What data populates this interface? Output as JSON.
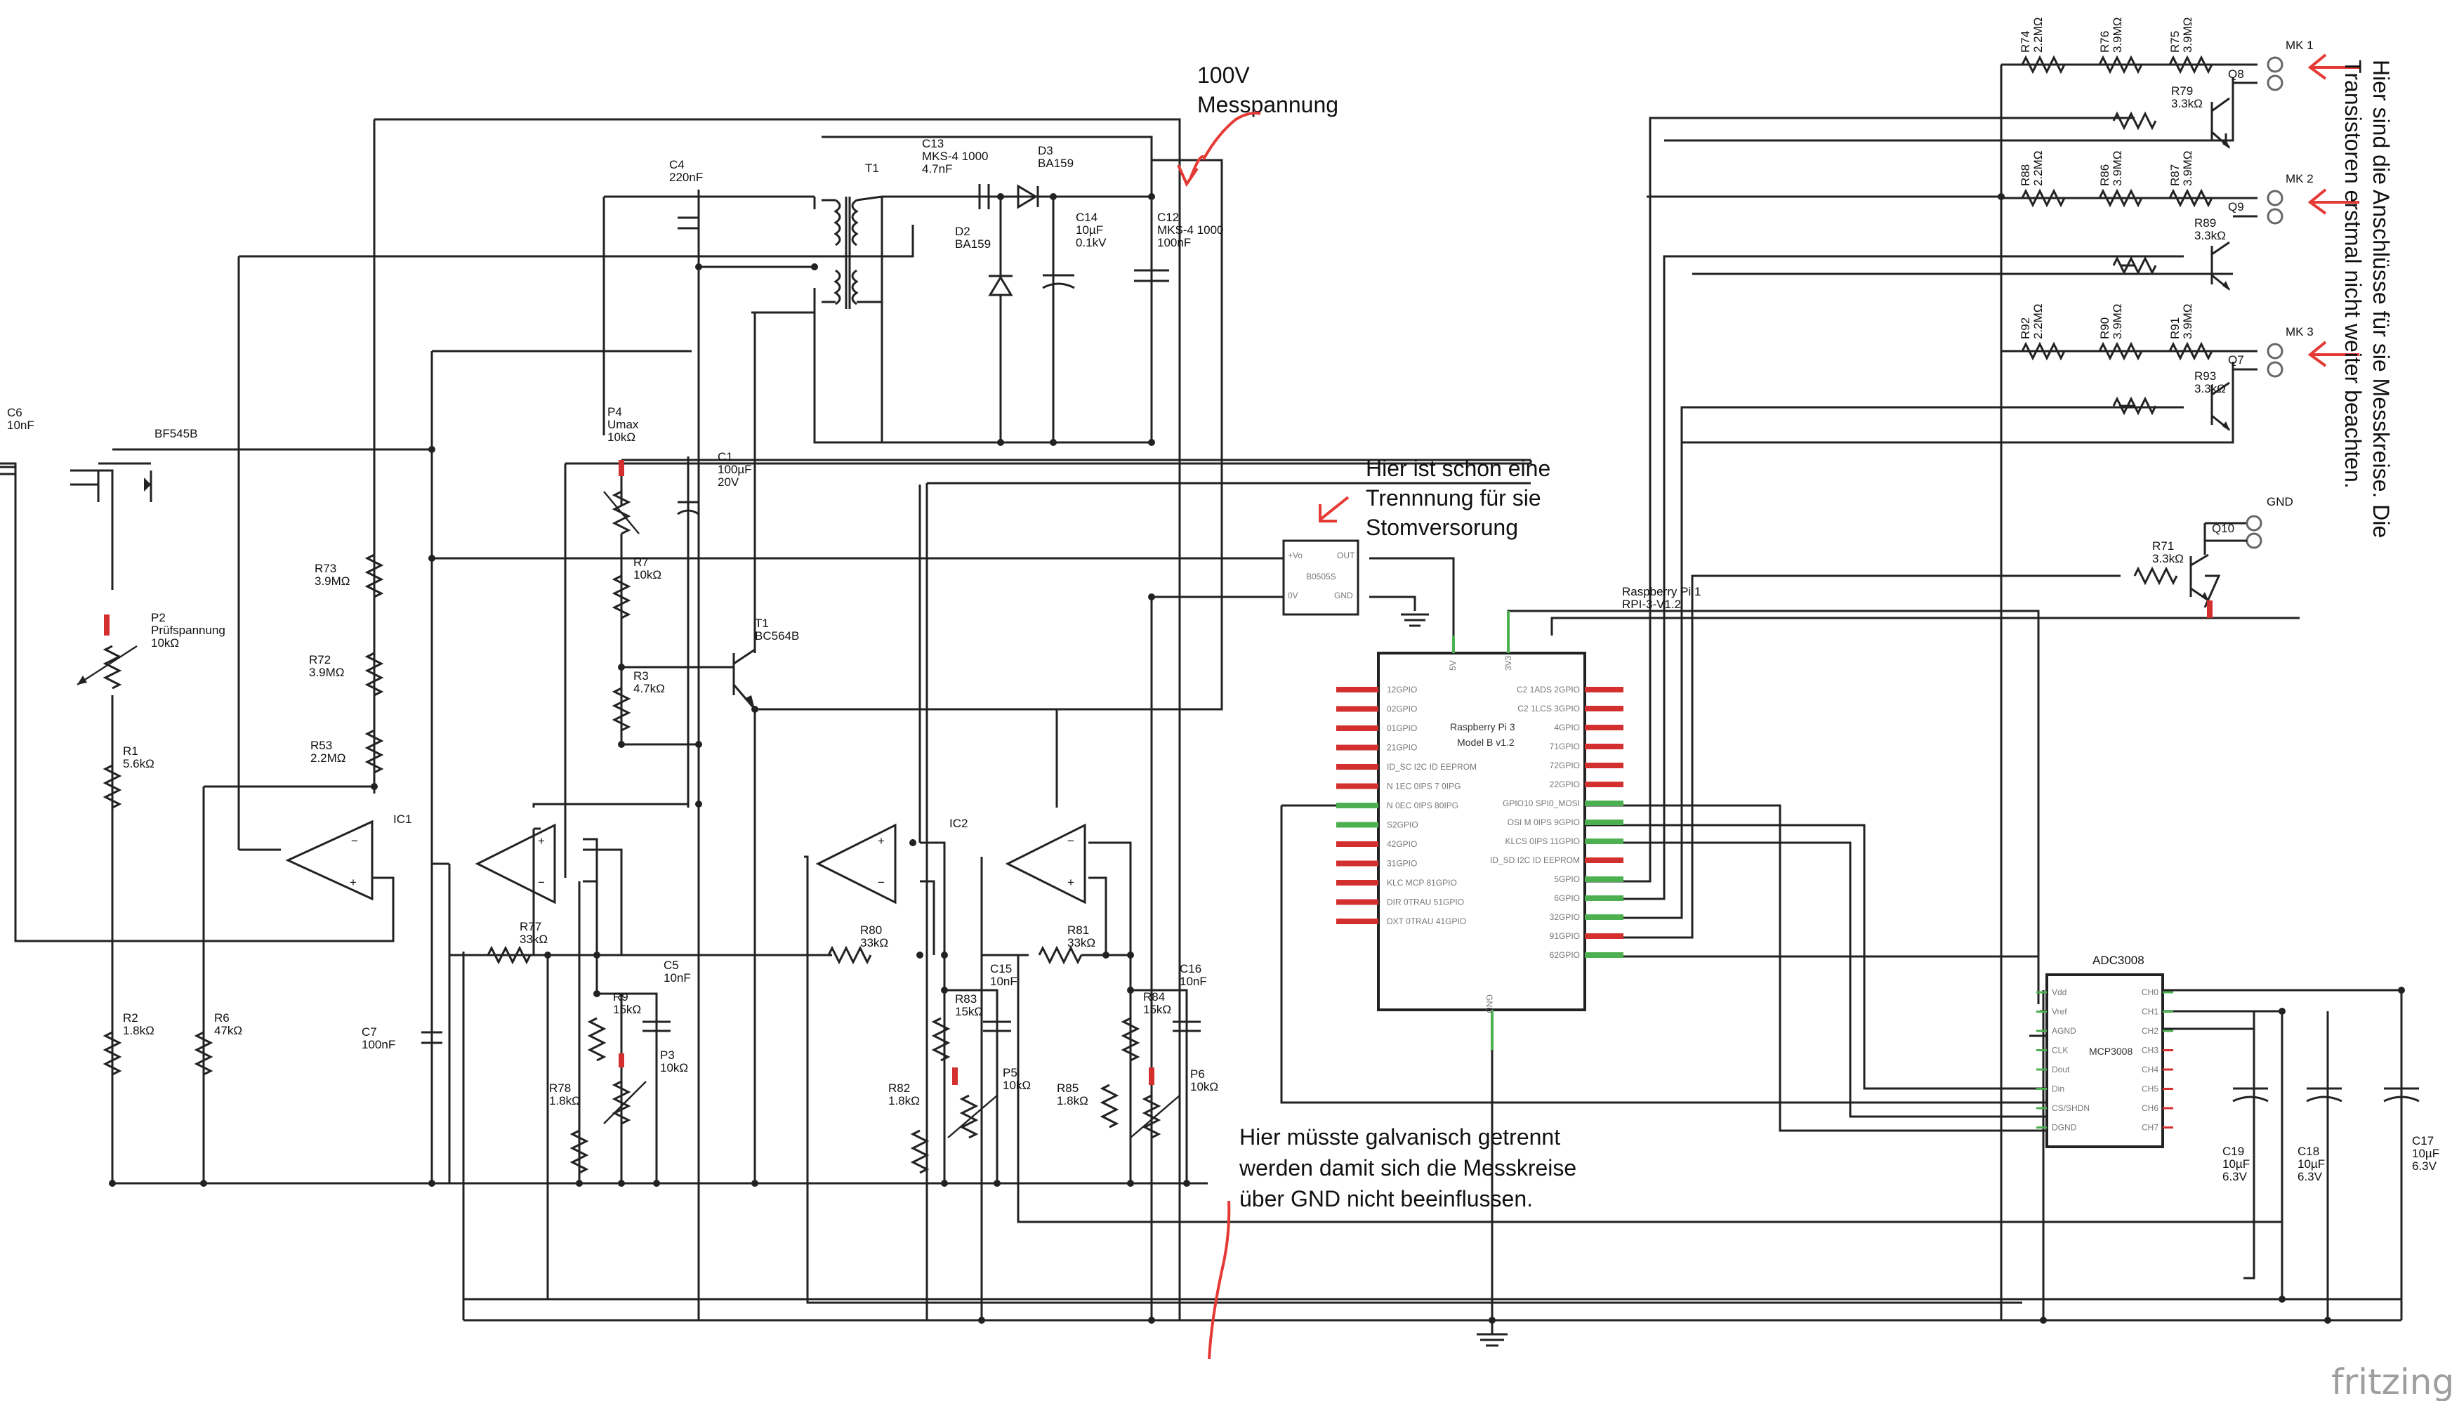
{
  "components": {
    "C6": {
      "ref": "C6",
      "value": "10nF"
    },
    "Q_main": {
      "ref": "BF545B"
    },
    "P2": {
      "ref": "P2",
      "name": "Prüfspannung",
      "value": "10kΩ"
    },
    "R1": {
      "ref": "R1",
      "value": "5.6kΩ"
    },
    "R2": {
      "ref": "R2",
      "value": "1.8kΩ"
    },
    "R6": {
      "ref": "R6",
      "value": "47kΩ"
    },
    "R73": {
      "ref": "R73",
      "value": "3.9MΩ"
    },
    "R72": {
      "ref": "R72",
      "value": "3.9MΩ"
    },
    "R53": {
      "ref": "R53",
      "value": "2.2MΩ"
    },
    "IC1": {
      "ref": "IC1"
    },
    "IC2": {
      "ref": "IC2"
    },
    "C7": {
      "ref": "C7",
      "value": "100nF"
    },
    "C4": {
      "ref": "C4",
      "value": "220nF"
    },
    "T1x": {
      "ref": "T1"
    },
    "P4": {
      "ref": "P4",
      "name": "Umax",
      "value": "10kΩ"
    },
    "R7": {
      "ref": "R7",
      "value": "10kΩ"
    },
    "R3": {
      "ref": "R3",
      "value": "4.7kΩ"
    },
    "C1": {
      "ref": "C1",
      "value": "100µF",
      "voltage": "20V"
    },
    "T1q": {
      "ref": "T1",
      "value": "BC564B"
    },
    "C13": {
      "ref": "C13",
      "type": "MKS-4 1000",
      "value": "4.7nF"
    },
    "D3": {
      "ref": "D3",
      "value": "BA159"
    },
    "D2": {
      "ref": "D2",
      "value": "BA159"
    },
    "C14": {
      "ref": "C14",
      "value": "10µF",
      "voltage": "0.1kV"
    },
    "C12": {
      "ref": "C12",
      "type": "MKS-4 1000",
      "value": "100nF"
    },
    "R77": {
      "ref": "R77",
      "value": "33kΩ"
    },
    "R78": {
      "ref": "R78",
      "value": "1.8kΩ"
    },
    "R9": {
      "ref": "R9",
      "value": "15kΩ"
    },
    "C5": {
      "ref": "C5",
      "value": "10nF"
    },
    "P3": {
      "ref": "P3",
      "value": "10kΩ"
    },
    "R80": {
      "ref": "R80",
      "value": "33kΩ"
    },
    "R82": {
      "ref": "R82",
      "value": "1.8kΩ"
    },
    "R83": {
      "ref": "R83",
      "value": "15kΩ"
    },
    "C15": {
      "ref": "C15",
      "value": "10nF"
    },
    "P5": {
      "ref": "P5",
      "value": "10kΩ"
    },
    "R81": {
      "ref": "R81",
      "value": "33kΩ"
    },
    "R85": {
      "ref": "R85",
      "value": "1.8kΩ"
    },
    "R84": {
      "ref": "R84",
      "value": "15kΩ"
    },
    "C16": {
      "ref": "C16",
      "value": "10nF"
    },
    "P6": {
      "ref": "P6",
      "value": "10kΩ"
    },
    "REG": {
      "name": "B0505S",
      "pins": [
        "+Vo",
        "OUT",
        "0V",
        "GND"
      ]
    },
    "R74": {
      "ref": "R74",
      "value": "2.2MΩ"
    },
    "R76": {
      "ref": "R76",
      "value": "3.9MΩ"
    },
    "R75": {
      "ref": "R75",
      "value": "3.9MΩ"
    },
    "R88": {
      "ref": "R88",
      "value": "2.2MΩ"
    },
    "R86": {
      "ref": "R86",
      "value": "3.9MΩ"
    },
    "R87": {
      "ref": "R87",
      "value": "3.9MΩ"
    },
    "R92": {
      "ref": "R92",
      "value": "2.2MΩ"
    },
    "R90": {
      "ref": "R90",
      "value": "3.9MΩ"
    },
    "R91": {
      "ref": "R91",
      "value": "3.9MΩ"
    },
    "R79": {
      "ref": "R79",
      "value": "3.3kΩ"
    },
    "R89": {
      "ref": "R89",
      "value": "3.3kΩ"
    },
    "R93": {
      "ref": "R93",
      "value": "3.3kΩ"
    },
    "R71": {
      "ref": "R71",
      "value": "3.3kΩ"
    },
    "Q8": {
      "ref": "Q8"
    },
    "Q9": {
      "ref": "Q9"
    },
    "Q7": {
      "ref": "Q7"
    },
    "Q10": {
      "ref": "Q10"
    },
    "MK1": {
      "ref": "MK 1"
    },
    "MK2": {
      "ref": "MK 2"
    },
    "MK3": {
      "ref": "MK 3"
    },
    "GNDc": {
      "ref": "GND"
    },
    "C19": {
      "ref": "C19",
      "value": "10µF",
      "voltage": "6.3V"
    },
    "C18": {
      "ref": "C18",
      "value": "10µF",
      "voltage": "6.3V"
    },
    "C17": {
      "ref": "C17",
      "value": "10µF",
      "voltage": "6.3V"
    }
  },
  "rpi": {
    "label1": "Raspberry Pi 1",
    "label2": "RPI-3-V1.2",
    "title1": "Raspberry Pi 3",
    "title2": "Model B v1.2",
    "top_pins": [
      "5V",
      "3V3"
    ],
    "bottom_pin": "GND",
    "left_pins": [
      "12GPIO",
      "02GPIO",
      "01GPIO",
      "21GPIO",
      "ID_SC I2C ID EEPROM",
      "N 1EC 0IPS 7 0IPG",
      "N 0EC 0IPS 80IPG",
      "S2GPIO",
      "42GPIO",
      "31GPIO",
      "KLC MCP 81GPIO",
      "DIR 0TRAU 51GPIO",
      "DXT 0TRAU 41GPIO"
    ],
    "right_pins": [
      "C2 1ADS 2GPIO",
      "C2 1LCS 3GPIO",
      "4GPIO",
      "71GPIO",
      "72GPIO",
      "22GPIO",
      "GPIO10 SPI0_MOSI",
      "OSI M 0IPS 9GPIO",
      "KLCS 0IPS 11GPIO",
      "ID_SD I2C ID EEPROM",
      "5GPIO",
      "6GPIO",
      "32GPIO",
      "91GPIO",
      "62GPIO"
    ]
  },
  "adc": {
    "name": "ADC3008",
    "chip": "MCP3008",
    "left_pins": [
      "Vdd",
      "Vref",
      "AGND",
      "CLK",
      "Dout",
      "Din",
      "CS/SHDN",
      "DGND"
    ],
    "right_pins": [
      "CH0",
      "CH1",
      "CH2",
      "CH3",
      "CH4",
      "CH5",
      "CH6",
      "CH7"
    ]
  },
  "annotations": {
    "v100_line1": "100V",
    "v100_line2": "Messpannung",
    "trenn_line1": "Hier ist schon eine",
    "trenn_line2": "Trennnung für sie",
    "trenn_line3": "Stomversorung",
    "galv_line1": "Hier müsste galvanisch getrennt",
    "galv_line2": "werden damit sich die Messkreise",
    "galv_line3": "über GND nicht beeinflussen.",
    "side_line1": "Hier sind die Anschlüsse für sie Messkreise. Die",
    "side_line2": "Transistoren erstmal nicht weiter beachten."
  },
  "branding": "fritzing",
  "colors": {
    "wire": "#222222",
    "pin_ok": "#4caf50",
    "pin_open": "#d32f2f",
    "note": "#e53935"
  }
}
